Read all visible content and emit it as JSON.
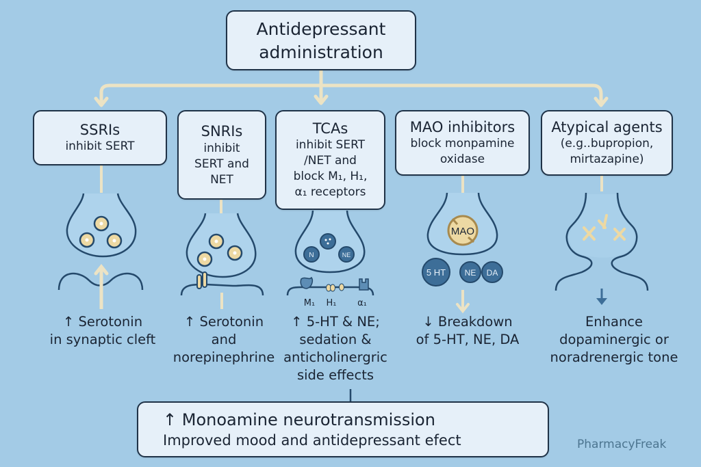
{
  "top": {
    "line1": "Antidepressant",
    "line2": "administration"
  },
  "drug_classes": [
    {
      "id": "ssri",
      "title": "SSRIs",
      "desc_lines": [
        "inhibit SERT"
      ],
      "effect_lines": [
        "↑ Serotonin",
        "in synaptic cleft"
      ]
    },
    {
      "id": "snri",
      "title": "SNRIs",
      "desc_lines": [
        "inhibit",
        "SERT and",
        "NET"
      ],
      "effect_lines": [
        "↑ Serotonin",
        "and",
        "norepinephrine"
      ]
    },
    {
      "id": "tca",
      "title": "TCAs",
      "desc_lines": [
        "inhibit SERT",
        "/NET and",
        "block M₁, H₁,",
        "α₁ receptors"
      ],
      "effect_lines": [
        "↑ 5-HT & NE;",
        "sedation &",
        "anticholinergric",
        "side effects"
      ],
      "diagram_labels": {
        "vesicle_left": "N",
        "vesicle_right": "NE",
        "receptors": [
          "M₁",
          "H₁",
          "α₁"
        ]
      }
    },
    {
      "id": "mao",
      "title": "MAO inhibitors",
      "desc_lines": [
        "block monpamine",
        "oxidase"
      ],
      "effect_lines": [
        "↓ Breakdown",
        "of 5-HT, NE, DA"
      ],
      "diagram_labels": {
        "enzyme": "MAO",
        "molecules": [
          "5 HT",
          "NE",
          "DA"
        ]
      }
    },
    {
      "id": "atyp",
      "title": "Atypical agents",
      "desc_lines": [
        "(e.g..bupropion,",
        "mirtazapine)"
      ],
      "effect_lines": [
        "Enhance",
        "dopaminergic or",
        "noradrenergic tone"
      ]
    }
  ],
  "bottom": {
    "line1": "↑ Monoamine neurotransmission",
    "line2": "Improved mood and antidepressant efect"
  },
  "watermark": "PharmacyFreak",
  "colors": {
    "background": "#a3cbe6",
    "box_fill": "#e6f0f9",
    "box_border": "#1f3247",
    "arrow": "#ece3c4",
    "synapse_stroke": "#24496b",
    "vesicle": "#edd9a3",
    "mol_fill": "#3d6e98"
  }
}
